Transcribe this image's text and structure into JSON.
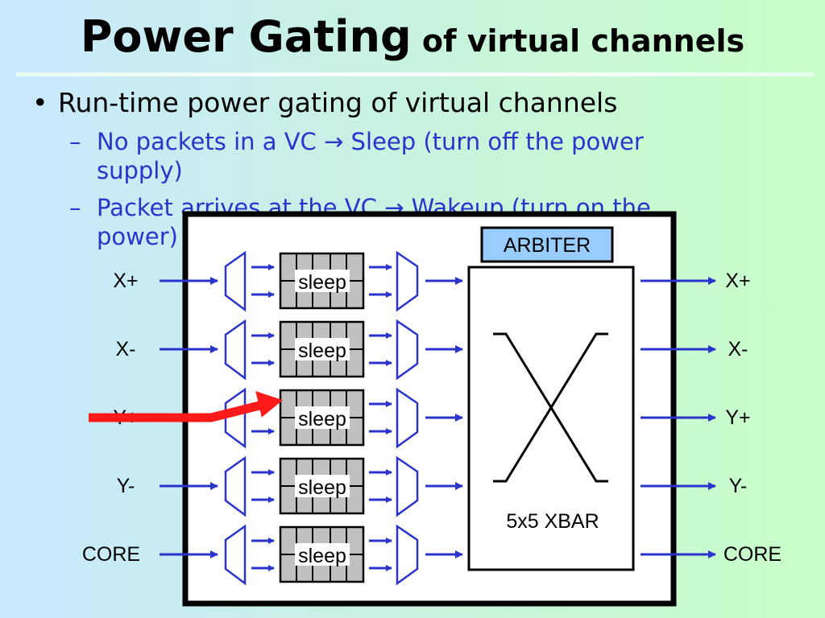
{
  "slide": {
    "title_main": "Power Gating",
    "title_rest": " of virtual channels",
    "bullet": "Run-time power gating of virtual channels",
    "sub1_line1": "No packets in a VC → Sleep (turn off the power",
    "sub1_line2": "supply)",
    "sub2_line1": "Packet arrives at the VC → Wakeup (turn on the",
    "sub2_line2": "power)"
  },
  "diagram": {
    "arbiter_label": "ARBITER",
    "xbar_label": "5x5 XBAR",
    "sleep_label": "sleep",
    "input_ports": [
      "X+",
      "X-",
      "Y+",
      "Y-",
      "CORE"
    ],
    "output_ports": [
      "X+",
      "X-",
      "Y+",
      "Y-",
      "CORE"
    ],
    "colors": {
      "arrow_blue": "#2a33cc",
      "highlight_arrow": "#ff1a1a",
      "arbiter_fill": "#99ccff",
      "buffer_fill": "#c0c0c0"
    }
  }
}
